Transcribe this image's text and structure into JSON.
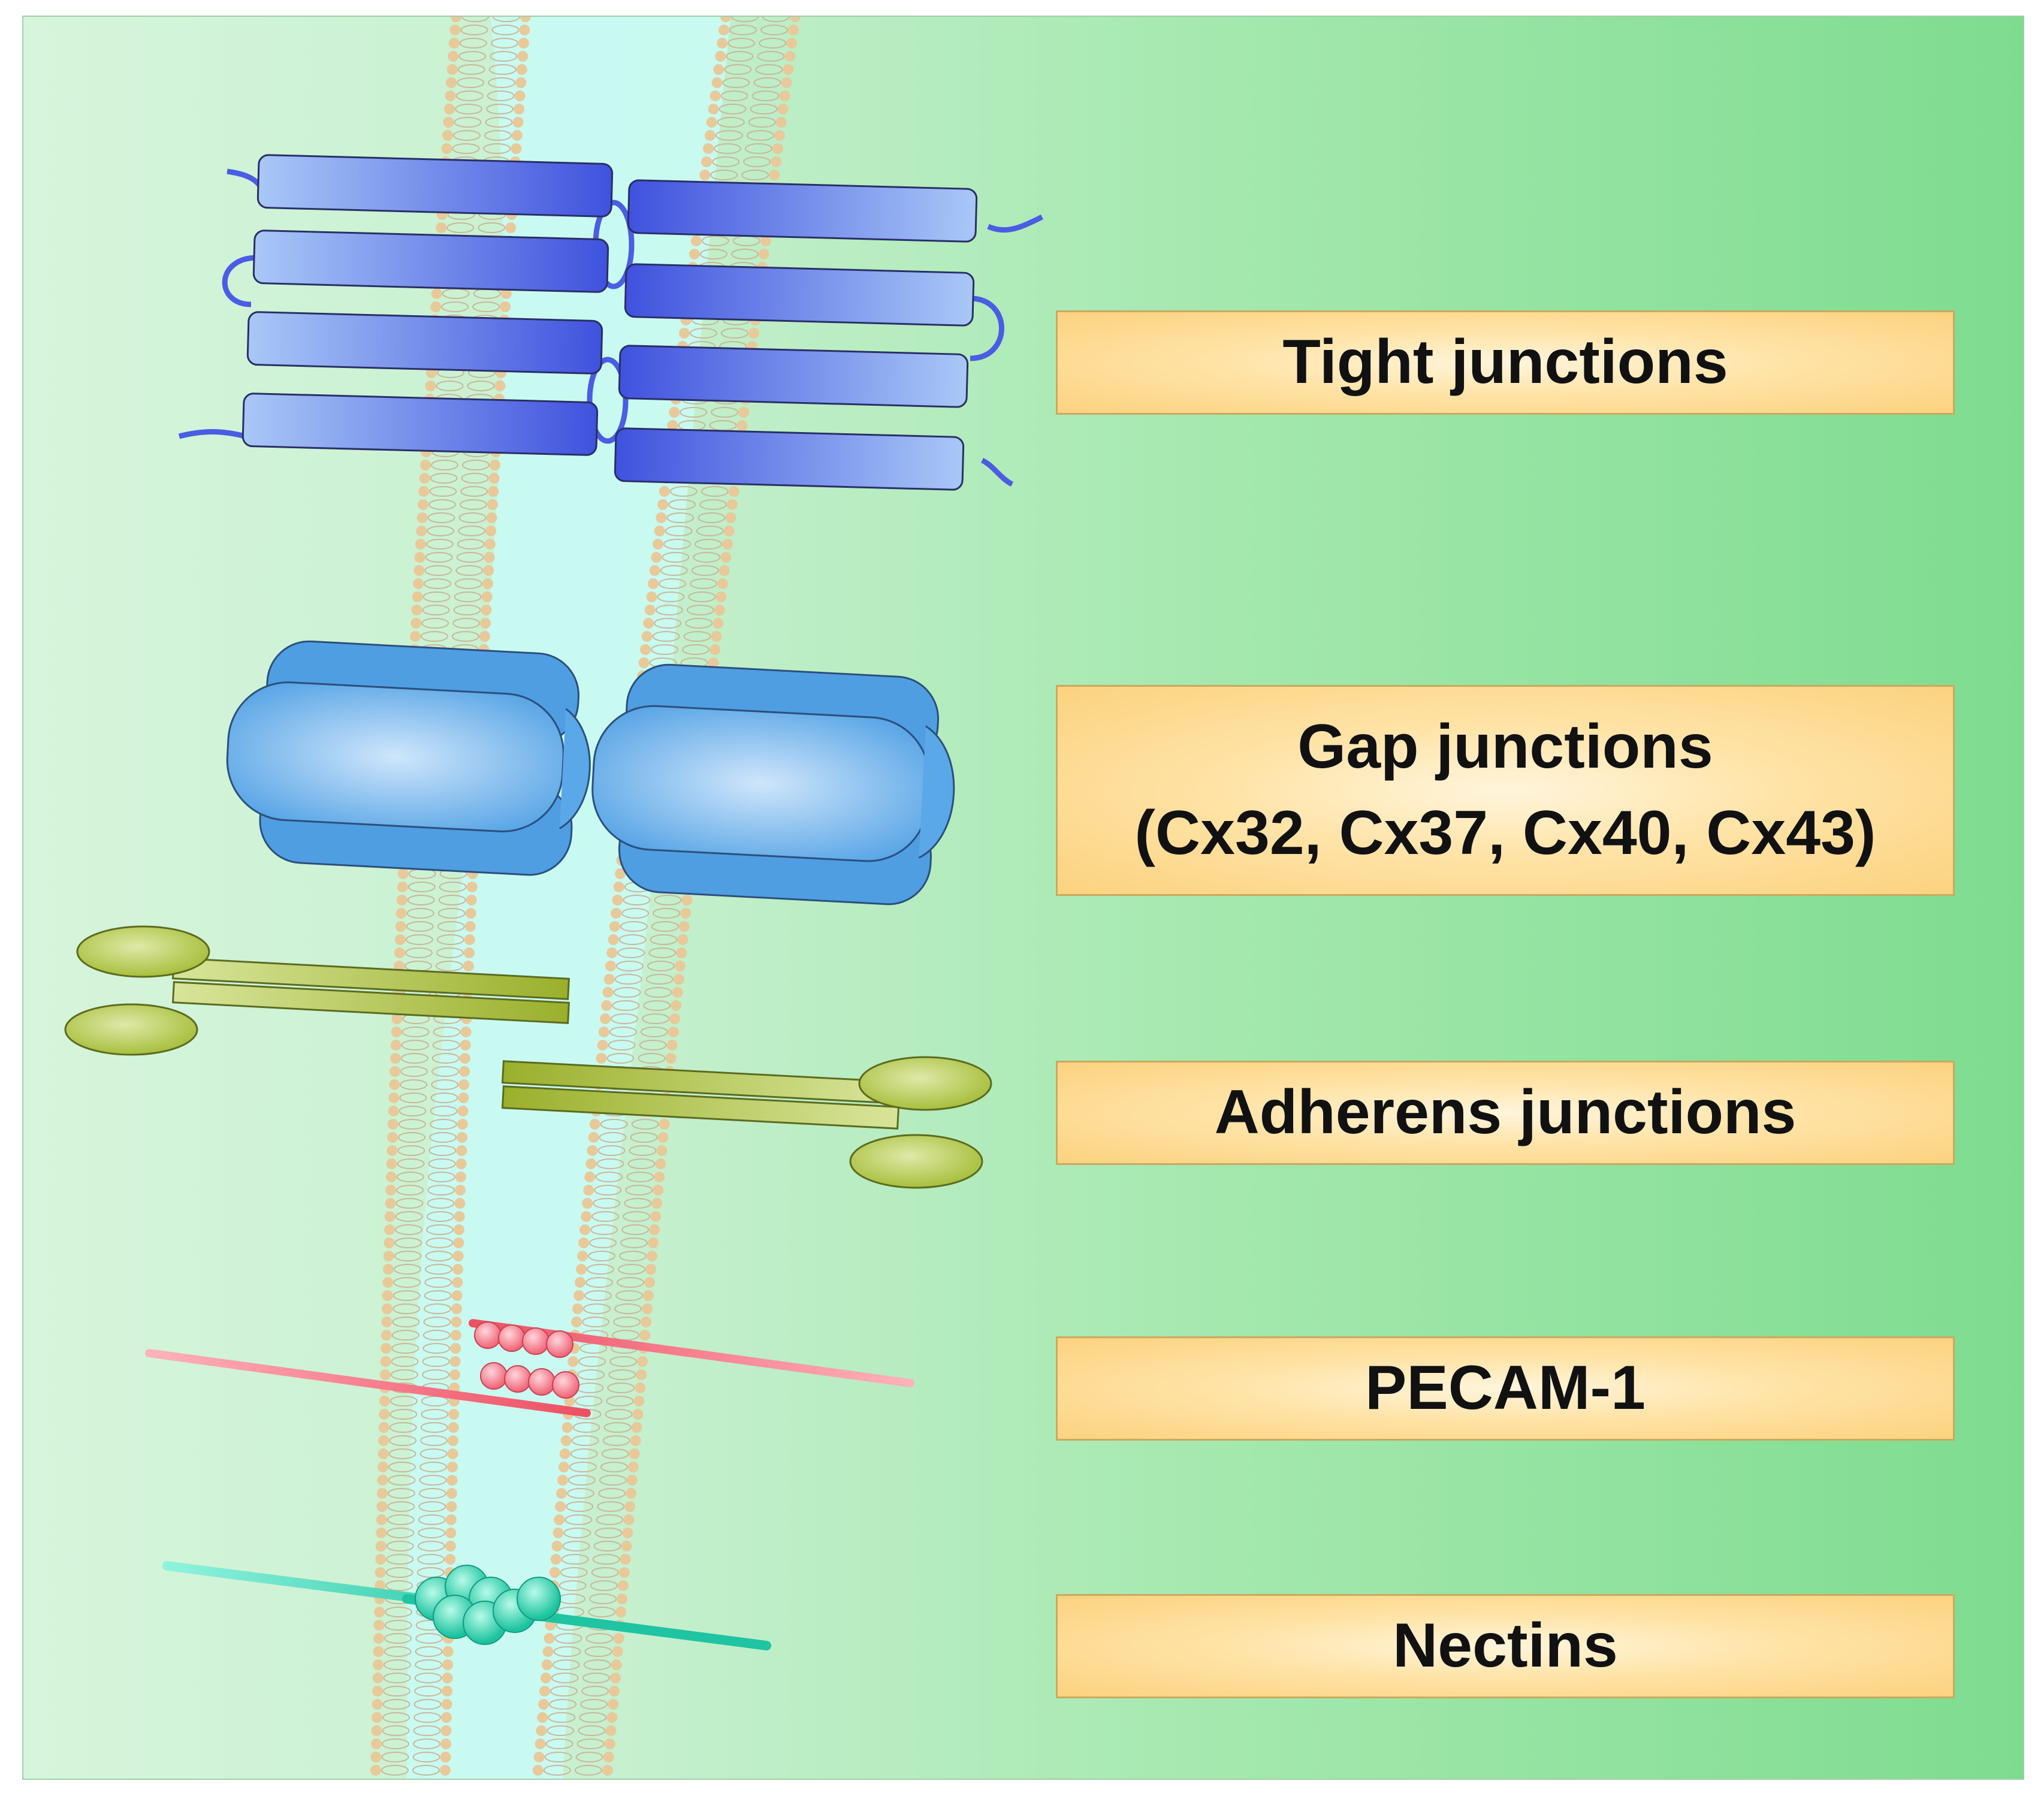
{
  "labels": {
    "tight": "Tight junctions",
    "gap_line1": "Gap junctions",
    "gap_line2": "(Cx32, Cx37, Cx40, Cx43)",
    "adherens": "Adherens junctions",
    "pecam": "PECAM-1",
    "nectins": "Nectins"
  },
  "colors": {
    "background_left": "#d6f5dc",
    "background_right": "#7edc8f",
    "channel": "#c9fbf4",
    "lipid_head": "#e8c99a",
    "tight_junction": "#4a5de3",
    "gap_junction": "#5aa8e8",
    "adherens": "#a7bf3c",
    "pecam": "#f26b7a",
    "nectin": "#22c9a6",
    "label_fill": "#fbd27f"
  }
}
